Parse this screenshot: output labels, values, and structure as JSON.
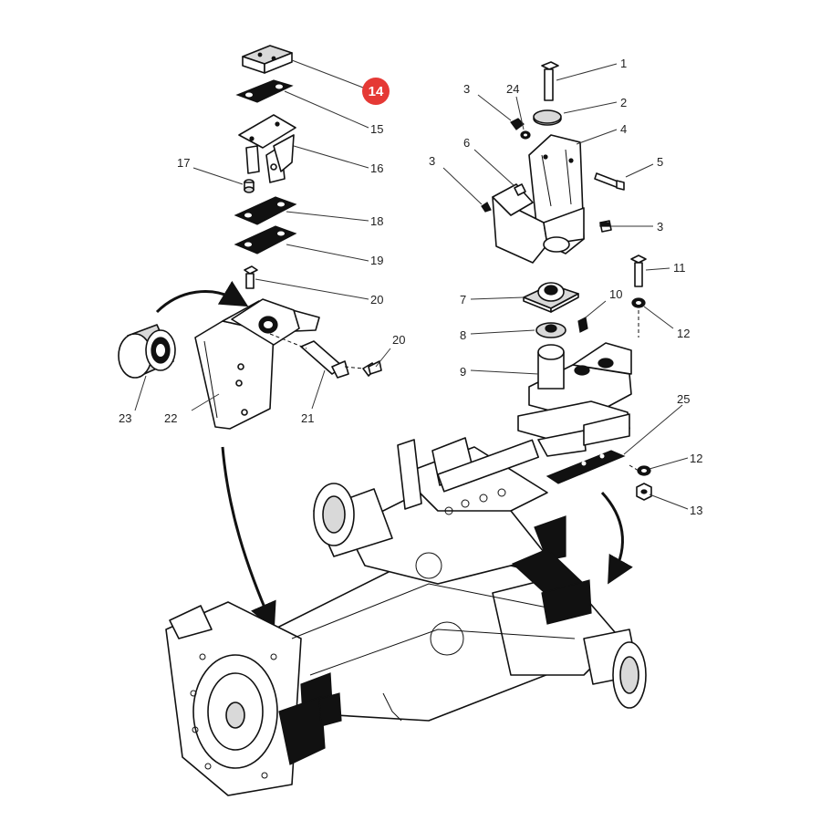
{
  "diagram": {
    "highlight_color": "#e53935",
    "highlighted_callout": "14",
    "callouts": {
      "c1": "1",
      "c2": "2",
      "c3a": "3",
      "c3b": "3",
      "c3c": "3",
      "c4": "4",
      "c5": "5",
      "c6": "6",
      "c7": "7",
      "c8": "8",
      "c9": "9",
      "c10": "10",
      "c11": "11",
      "c12a": "12",
      "c12b": "12",
      "c13": "13",
      "c14": "14",
      "c15": "15",
      "c16": "16",
      "c17": "17",
      "c18": "18",
      "c19": "19",
      "c20a": "20",
      "c20b": "20",
      "c21": "21",
      "c22": "22",
      "c23": "23",
      "c24": "24",
      "c25": "25"
    }
  }
}
